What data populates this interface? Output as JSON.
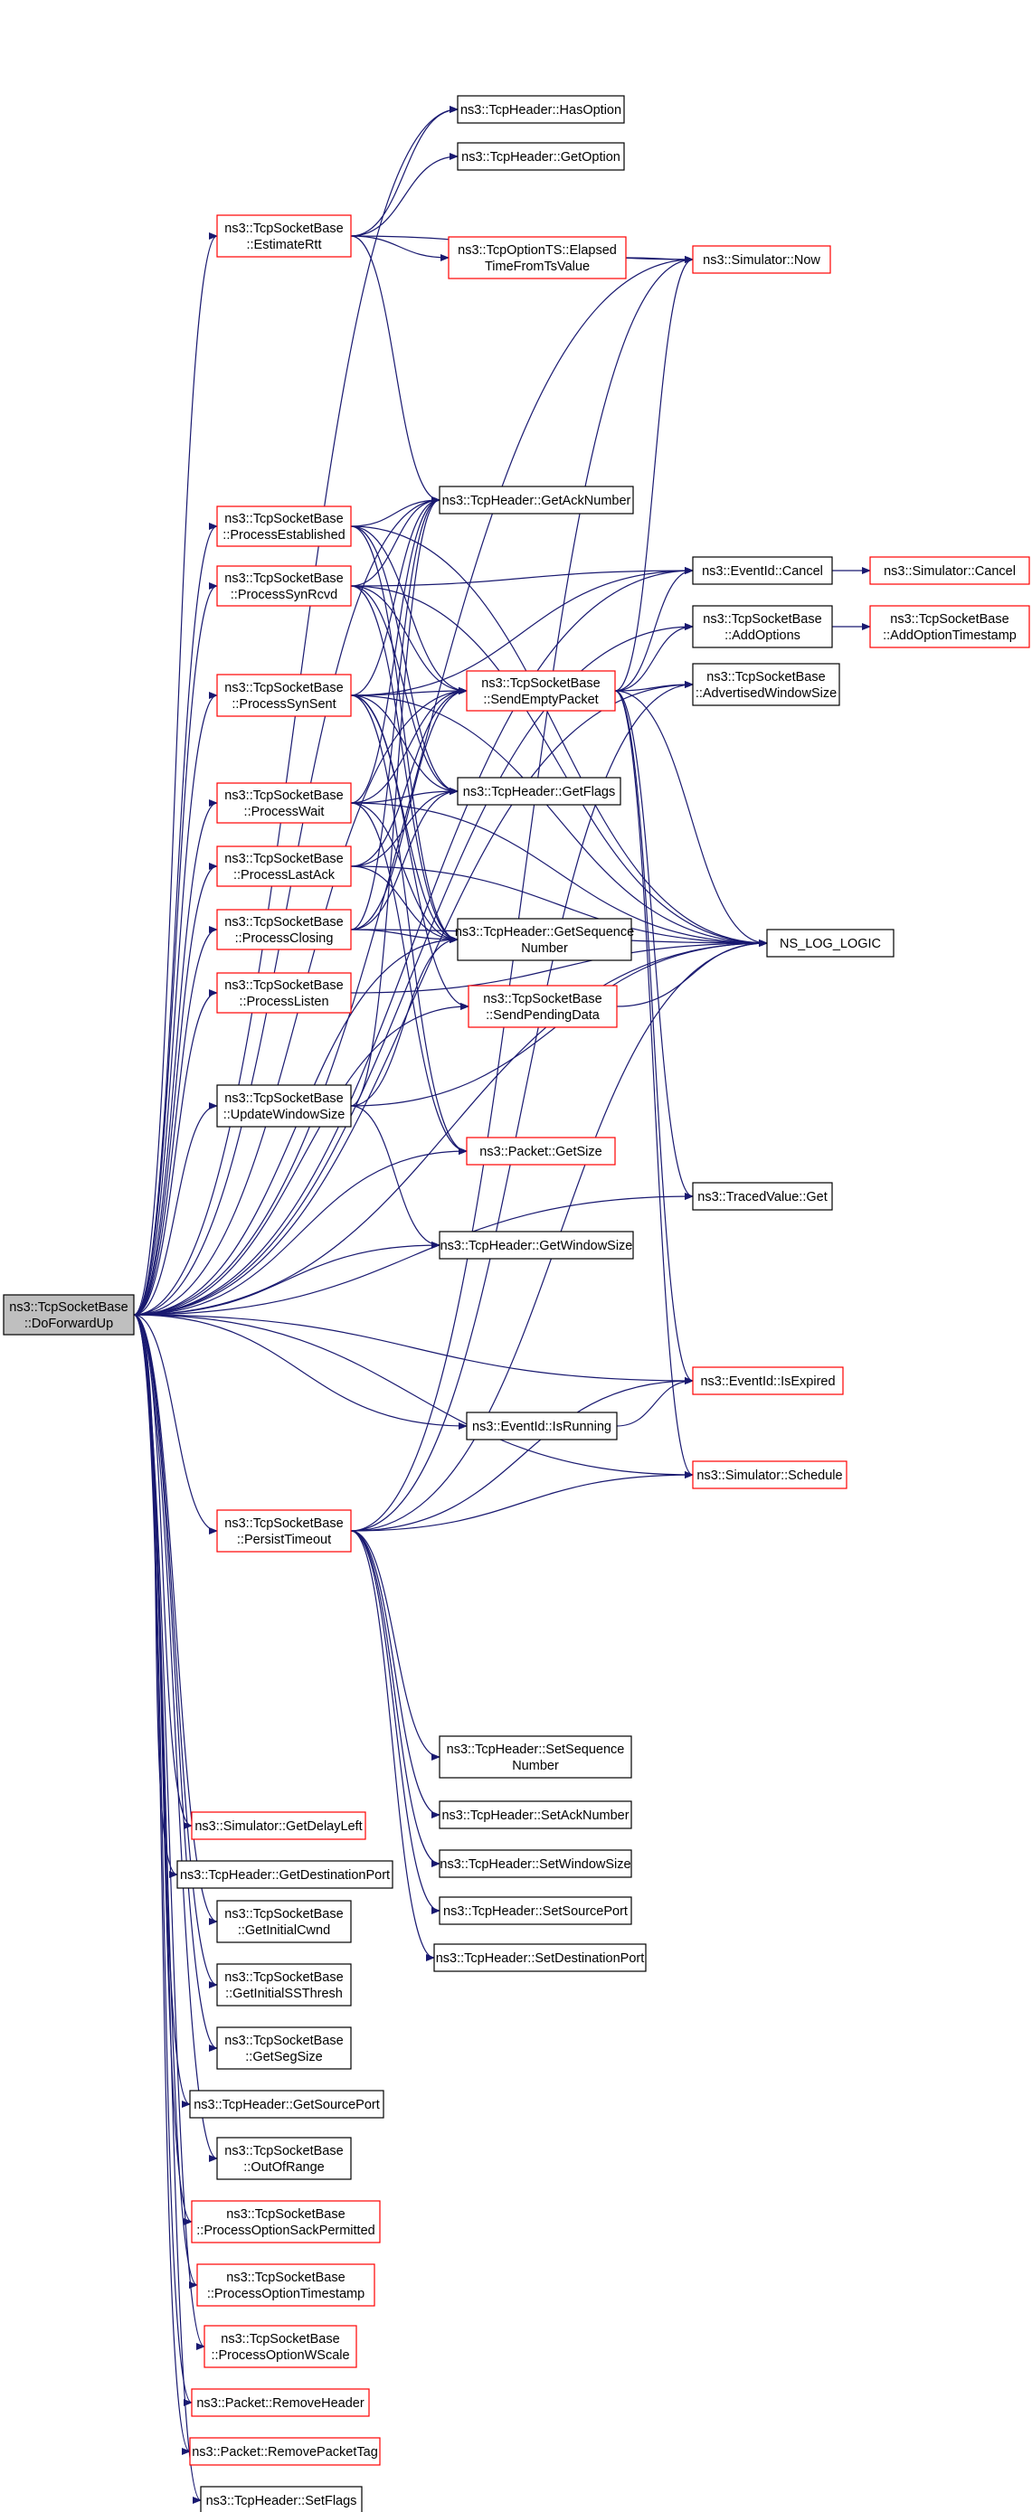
{
  "colors": {
    "edge": "#191970",
    "border_normal": "#000000",
    "border_red": "#ff0000",
    "root_fill": "#bfbfbf",
    "node_fill": "#ffffff"
  },
  "root": "root",
  "nodes": [
    {
      "id": "root",
      "lines": [
        "ns3::TcpSocketBase",
        "::DoForwardUp"
      ],
      "style": "root"
    },
    {
      "id": "has_option",
      "lines": [
        "ns3::TcpHeader::HasOption"
      ],
      "style": "normal"
    },
    {
      "id": "get_option",
      "lines": [
        "ns3::TcpHeader::GetOption"
      ],
      "style": "normal"
    },
    {
      "id": "estimate_rtt",
      "lines": [
        "ns3::TcpSocketBase",
        "::EstimateRtt"
      ],
      "style": "red"
    },
    {
      "id": "option_ts",
      "lines": [
        "ns3::TcpOptionTS::Elapsed",
        "TimeFromTsValue"
      ],
      "style": "red"
    },
    {
      "id": "sim_now",
      "lines": [
        "ns3::Simulator::Now"
      ],
      "style": "red"
    },
    {
      "id": "get_ack",
      "lines": [
        "ns3::TcpHeader::GetAckNumber"
      ],
      "style": "normal"
    },
    {
      "id": "proc_established",
      "lines": [
        "ns3::TcpSocketBase",
        "::ProcessEstablished"
      ],
      "style": "red"
    },
    {
      "id": "event_cancel",
      "lines": [
        "ns3::EventId::Cancel"
      ],
      "style": "normal"
    },
    {
      "id": "sim_cancel",
      "lines": [
        "ns3::Simulator::Cancel"
      ],
      "style": "red"
    },
    {
      "id": "proc_synrcvd",
      "lines": [
        "ns3::TcpSocketBase",
        "::ProcessSynRcvd"
      ],
      "style": "red"
    },
    {
      "id": "add_options",
      "lines": [
        "ns3::TcpSocketBase",
        "::AddOptions"
      ],
      "style": "normal"
    },
    {
      "id": "add_opt_ts",
      "lines": [
        "ns3::TcpSocketBase",
        "::AddOptionTimestamp"
      ],
      "style": "red"
    },
    {
      "id": "send_empty",
      "lines": [
        "ns3::TcpSocketBase",
        "::SendEmptyPacket"
      ],
      "style": "red"
    },
    {
      "id": "proc_synsent",
      "lines": [
        "ns3::TcpSocketBase",
        "::ProcessSynSent"
      ],
      "style": "red"
    },
    {
      "id": "adv_window",
      "lines": [
        "ns3::TcpSocketBase",
        "::AdvertisedWindowSize"
      ],
      "style": "normal"
    },
    {
      "id": "get_flags",
      "lines": [
        "ns3::TcpHeader::GetFlags"
      ],
      "style": "normal"
    },
    {
      "id": "proc_wait",
      "lines": [
        "ns3::TcpSocketBase",
        "::ProcessWait"
      ],
      "style": "red"
    },
    {
      "id": "proc_lastack",
      "lines": [
        "ns3::TcpSocketBase",
        "::ProcessLastAck"
      ],
      "style": "red"
    },
    {
      "id": "get_seq",
      "lines": [
        "ns3::TcpHeader::GetSequence",
        "Number"
      ],
      "style": "normal"
    },
    {
      "id": "ns_log",
      "lines": [
        "NS_LOG_LOGIC"
      ],
      "style": "normal"
    },
    {
      "id": "proc_closing",
      "lines": [
        "ns3::TcpSocketBase",
        "::ProcessClosing"
      ],
      "style": "red"
    },
    {
      "id": "send_pending",
      "lines": [
        "ns3::TcpSocketBase",
        "::SendPendingData"
      ],
      "style": "red"
    },
    {
      "id": "proc_listen",
      "lines": [
        "ns3::TcpSocketBase",
        "::ProcessListen"
      ],
      "style": "red"
    },
    {
      "id": "update_window",
      "lines": [
        "ns3::TcpSocketBase",
        "::UpdateWindowSize"
      ],
      "style": "normal"
    },
    {
      "id": "pkt_getsize",
      "lines": [
        "ns3::Packet::GetSize"
      ],
      "style": "red"
    },
    {
      "id": "traced_get",
      "lines": [
        "ns3::TracedValue::Get"
      ],
      "style": "normal"
    },
    {
      "id": "get_window",
      "lines": [
        "ns3::TcpHeader::GetWindowSize"
      ],
      "style": "normal"
    },
    {
      "id": "is_expired",
      "lines": [
        "ns3::EventId::IsExpired"
      ],
      "style": "red"
    },
    {
      "id": "is_running",
      "lines": [
        "ns3::EventId::IsRunning"
      ],
      "style": "normal"
    },
    {
      "id": "sim_schedule",
      "lines": [
        "ns3::Simulator::Schedule"
      ],
      "style": "red"
    },
    {
      "id": "persist_timeout",
      "lines": [
        "ns3::TcpSocketBase",
        "::PersistTimeout"
      ],
      "style": "red"
    },
    {
      "id": "set_seq",
      "lines": [
        "ns3::TcpHeader::SetSequence",
        "Number"
      ],
      "style": "normal"
    },
    {
      "id": "set_ack",
      "lines": [
        "ns3::TcpHeader::SetAckNumber"
      ],
      "style": "normal"
    },
    {
      "id": "set_window",
      "lines": [
        "ns3::TcpHeader::SetWindowSize"
      ],
      "style": "normal"
    },
    {
      "id": "set_srcport",
      "lines": [
        "ns3::TcpHeader::SetSourcePort"
      ],
      "style": "normal"
    },
    {
      "id": "set_dstport",
      "lines": [
        "ns3::TcpHeader::SetDestinationPort"
      ],
      "style": "normal"
    },
    {
      "id": "sim_delayleft",
      "lines": [
        "ns3::Simulator::GetDelayLeft"
      ],
      "style": "red"
    },
    {
      "id": "get_dstport",
      "lines": [
        "ns3::TcpHeader::GetDestinationPort"
      ],
      "style": "normal"
    },
    {
      "id": "get_initcwnd",
      "lines": [
        "ns3::TcpSocketBase",
        "::GetInitialCwnd"
      ],
      "style": "normal"
    },
    {
      "id": "get_initssthresh",
      "lines": [
        "ns3::TcpSocketBase",
        "::GetInitialSSThresh"
      ],
      "style": "normal"
    },
    {
      "id": "get_segsize",
      "lines": [
        "ns3::TcpSocketBase",
        "::GetSegSize"
      ],
      "style": "normal"
    },
    {
      "id": "get_srcport",
      "lines": [
        "ns3::TcpHeader::GetSourcePort"
      ],
      "style": "normal"
    },
    {
      "id": "out_of_range",
      "lines": [
        "ns3::TcpSocketBase",
        "::OutOfRange"
      ],
      "style": "normal"
    },
    {
      "id": "proc_opt_sack",
      "lines": [
        "ns3::TcpSocketBase",
        "::ProcessOptionSackPermitted"
      ],
      "style": "red"
    },
    {
      "id": "proc_opt_ts",
      "lines": [
        "ns3::TcpSocketBase",
        "::ProcessOptionTimestamp"
      ],
      "style": "red"
    },
    {
      "id": "proc_opt_wscale",
      "lines": [
        "ns3::TcpSocketBase",
        "::ProcessOptionWScale"
      ],
      "style": "red"
    },
    {
      "id": "remove_header",
      "lines": [
        "ns3::Packet::RemoveHeader"
      ],
      "style": "red"
    },
    {
      "id": "remove_pkt_tag",
      "lines": [
        "ns3::Packet::RemovePacketTag"
      ],
      "style": "red"
    },
    {
      "id": "set_flags",
      "lines": [
        "ns3::TcpHeader::SetFlags"
      ],
      "style": "normal"
    }
  ],
  "edges": [
    [
      "root",
      "has_option"
    ],
    [
      "root",
      "sim_now"
    ],
    [
      "root",
      "estimate_rtt"
    ],
    [
      "root",
      "event_cancel"
    ],
    [
      "root",
      "proc_established"
    ],
    [
      "root",
      "proc_synrcvd"
    ],
    [
      "root",
      "proc_synsent"
    ],
    [
      "root",
      "proc_wait"
    ],
    [
      "root",
      "proc_lastack"
    ],
    [
      "root",
      "proc_closing"
    ],
    [
      "root",
      "proc_listen"
    ],
    [
      "root",
      "update_window"
    ],
    [
      "root",
      "pkt_getsize"
    ],
    [
      "root",
      "get_window"
    ],
    [
      "root",
      "ns_log"
    ],
    [
      "root",
      "traced_get"
    ],
    [
      "root",
      "is_expired"
    ],
    [
      "root",
      "is_running"
    ],
    [
      "root",
      "sim_schedule"
    ],
    [
      "root",
      "persist_timeout"
    ],
    [
      "root",
      "sim_delayleft"
    ],
    [
      "root",
      "get_dstport"
    ],
    [
      "root",
      "get_initcwnd"
    ],
    [
      "root",
      "get_initssthresh"
    ],
    [
      "root",
      "get_segsize"
    ],
    [
      "root",
      "get_srcport"
    ],
    [
      "root",
      "out_of_range"
    ],
    [
      "root",
      "proc_opt_sack"
    ],
    [
      "root",
      "proc_opt_ts"
    ],
    [
      "root",
      "proc_opt_wscale"
    ],
    [
      "root",
      "remove_header"
    ],
    [
      "root",
      "remove_pkt_tag"
    ],
    [
      "root",
      "set_flags"
    ],
    [
      "root",
      "get_ack"
    ],
    [
      "root",
      "send_pending"
    ],
    [
      "root",
      "send_empty"
    ],
    [
      "root",
      "get_seq"
    ],
    [
      "root",
      "adv_window"
    ],
    [
      "root",
      "add_options"
    ],
    [
      "estimate_rtt",
      "has_option"
    ],
    [
      "estimate_rtt",
      "get_option"
    ],
    [
      "estimate_rtt",
      "option_ts"
    ],
    [
      "estimate_rtt",
      "sim_now"
    ],
    [
      "estimate_rtt",
      "get_ack"
    ],
    [
      "option_ts",
      "sim_now"
    ],
    [
      "proc_established",
      "get_ack"
    ],
    [
      "proc_established",
      "send_empty"
    ],
    [
      "proc_established",
      "get_flags"
    ],
    [
      "proc_established",
      "get_seq"
    ],
    [
      "proc_established",
      "ns_log"
    ],
    [
      "proc_synrcvd",
      "event_cancel"
    ],
    [
      "proc_synrcvd",
      "get_ack"
    ],
    [
      "proc_synrcvd",
      "send_empty"
    ],
    [
      "proc_synrcvd",
      "get_flags"
    ],
    [
      "proc_synrcvd",
      "get_seq"
    ],
    [
      "proc_synrcvd",
      "ns_log"
    ],
    [
      "proc_synsent",
      "get_ack"
    ],
    [
      "proc_synsent",
      "event_cancel"
    ],
    [
      "proc_synsent",
      "send_empty"
    ],
    [
      "proc_synsent",
      "get_flags"
    ],
    [
      "proc_synsent",
      "get_seq"
    ],
    [
      "proc_synsent",
      "send_pending"
    ],
    [
      "proc_synsent",
      "ns_log"
    ],
    [
      "proc_synsent",
      "pkt_getsize"
    ],
    [
      "proc_wait",
      "send_empty"
    ],
    [
      "proc_wait",
      "get_flags"
    ],
    [
      "proc_wait",
      "get_seq"
    ],
    [
      "proc_wait",
      "ns_log"
    ],
    [
      "proc_wait",
      "get_ack"
    ],
    [
      "proc_wait",
      "pkt_getsize"
    ],
    [
      "proc_lastack",
      "send_empty"
    ],
    [
      "proc_lastack",
      "get_flags"
    ],
    [
      "proc_lastack",
      "get_seq"
    ],
    [
      "proc_lastack",
      "ns_log"
    ],
    [
      "proc_closing",
      "send_empty"
    ],
    [
      "proc_closing",
      "get_flags"
    ],
    [
      "proc_closing",
      "get_seq"
    ],
    [
      "proc_closing",
      "get_ack"
    ],
    [
      "proc_closing",
      "ns_log"
    ],
    [
      "proc_listen",
      "ns_log"
    ],
    [
      "update_window",
      "get_window"
    ],
    [
      "update_window",
      "get_ack"
    ],
    [
      "update_window",
      "get_seq"
    ],
    [
      "update_window",
      "ns_log"
    ],
    [
      "send_empty",
      "sim_now"
    ],
    [
      "send_empty",
      "event_cancel"
    ],
    [
      "send_empty",
      "add_options"
    ],
    [
      "send_empty",
      "adv_window"
    ],
    [
      "send_empty",
      "ns_log"
    ],
    [
      "send_empty",
      "traced_get"
    ],
    [
      "send_empty",
      "is_expired"
    ],
    [
      "send_empty",
      "sim_schedule"
    ],
    [
      "send_pending",
      "ns_log"
    ],
    [
      "event_cancel",
      "sim_cancel"
    ],
    [
      "add_options",
      "add_opt_ts"
    ],
    [
      "is_running",
      "is_expired"
    ],
    [
      "persist_timeout",
      "set_seq"
    ],
    [
      "persist_timeout",
      "set_ack"
    ],
    [
      "persist_timeout",
      "set_window"
    ],
    [
      "persist_timeout",
      "set_srcport"
    ],
    [
      "persist_timeout",
      "set_dstport"
    ],
    [
      "persist_timeout",
      "ns_log"
    ],
    [
      "persist_timeout",
      "is_expired"
    ],
    [
      "persist_timeout",
      "sim_schedule"
    ],
    [
      "persist_timeout",
      "adv_window"
    ],
    [
      "persist_timeout",
      "sim_now"
    ]
  ]
}
